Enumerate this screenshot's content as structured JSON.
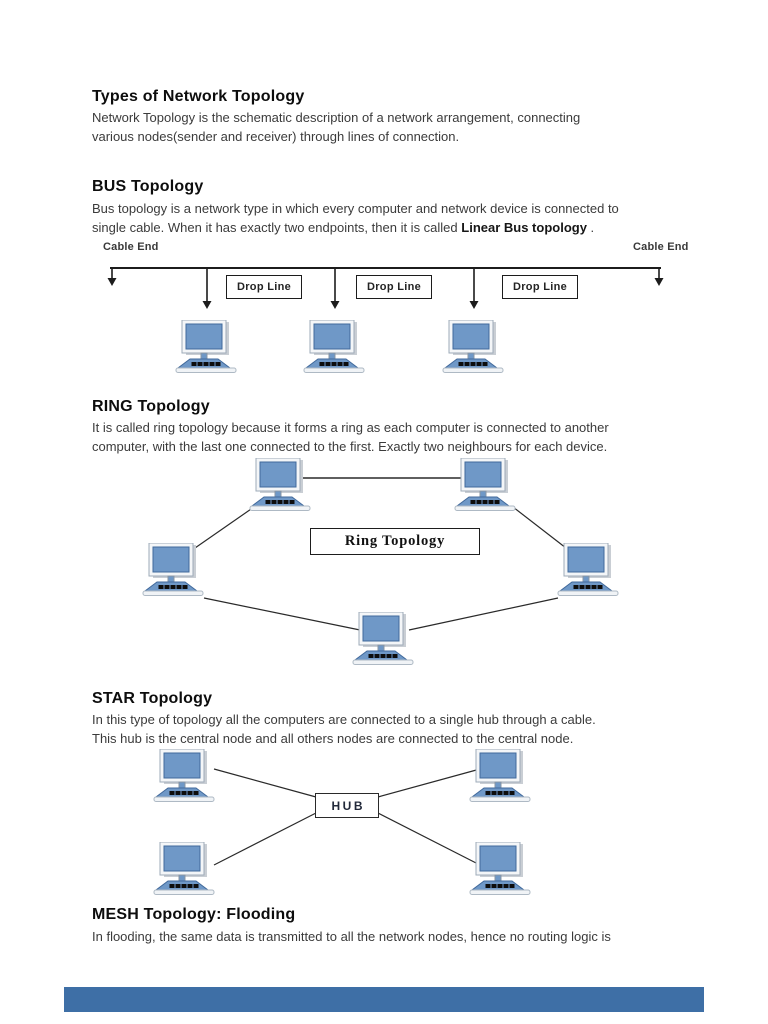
{
  "doc": {
    "title": "Types of Network Topology",
    "intro": "Network Topology is the schematic description of a network arrangement, connecting\nvarious nodes(sender and receiver) through lines of connection."
  },
  "bus": {
    "heading": "BUS Topology",
    "body_1": "Bus topology is a network type in which every computer and network device is connected to\nsingle cable. When it has exactly two endpoints, then it is called ",
    "body_bold": "Linear Bus topology",
    "body_2": " .",
    "cable_end_left": "Cable End",
    "cable_end_right": "Cable End",
    "drop_labels": [
      "Drop Line",
      "Drop Line",
      "Drop Line"
    ]
  },
  "ring": {
    "heading": "RING Topology",
    "body": "It is called ring topology because it forms a ring as each computer is connected to another\ncomputer, with the last one connected to the first. Exactly two neighbours for each device.",
    "center_label": "Ring Topology"
  },
  "star": {
    "heading": "STAR Topology",
    "body": "In this type of topology all the computers are connected to a single hub through a cable.\nThis hub is the central node and all others nodes are connected to the central node.",
    "hub_label": "HUB"
  },
  "mesh": {
    "heading": "MESH Topology: Flooding",
    "body": "In flooding, the same data is transmitted to all the network nodes, hence no routing logic is"
  },
  "colors": {
    "screen_blue": "#6f98c7",
    "line_dark": "#1c1c1c",
    "bottom_bar_blue": "#3e6fa6"
  }
}
